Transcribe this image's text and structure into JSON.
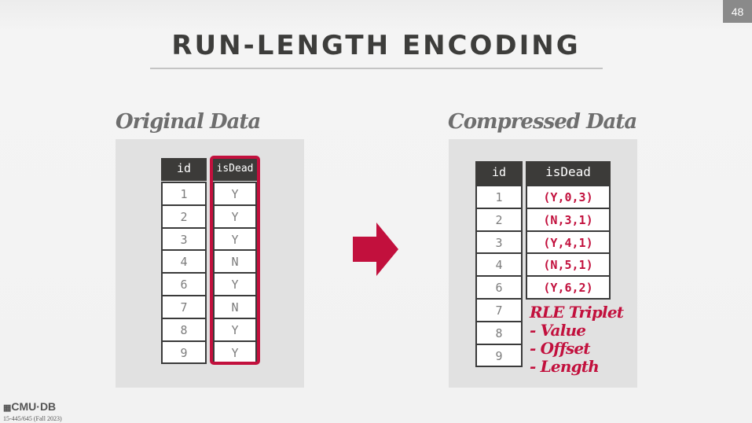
{
  "slide": {
    "page_number": "48",
    "title": "RUN-LENGTH ENCODING"
  },
  "original": {
    "heading": "Original Data",
    "columns": [
      "id",
      "isDead"
    ],
    "rows": [
      [
        "1",
        "Y"
      ],
      [
        "2",
        "Y"
      ],
      [
        "3",
        "Y"
      ],
      [
        "4",
        "N"
      ],
      [
        "6",
        "Y"
      ],
      [
        "7",
        "N"
      ],
      [
        "8",
        "Y"
      ],
      [
        "9",
        "Y"
      ]
    ]
  },
  "compressed": {
    "heading": "Compressed Data",
    "columns": [
      "id",
      "isDead"
    ],
    "ids": [
      "1",
      "2",
      "3",
      "4",
      "6",
      "7",
      "8",
      "9"
    ],
    "triplets": [
      "(Y,0,3)",
      "(N,3,1)",
      "(Y,4,1)",
      "(N,5,1)",
      "(Y,6,2)"
    ]
  },
  "note": {
    "title": "RLE Triplet",
    "items": [
      "- Value",
      "- Offset",
      "- Length"
    ]
  },
  "footer": {
    "logo": "CMU·DB",
    "course": "15-445/645 (Fall 2023)"
  },
  "colors": {
    "accent": "#c2103d",
    "header_bg": "#3c3b39",
    "panel_bg": "#e1e1e1"
  }
}
